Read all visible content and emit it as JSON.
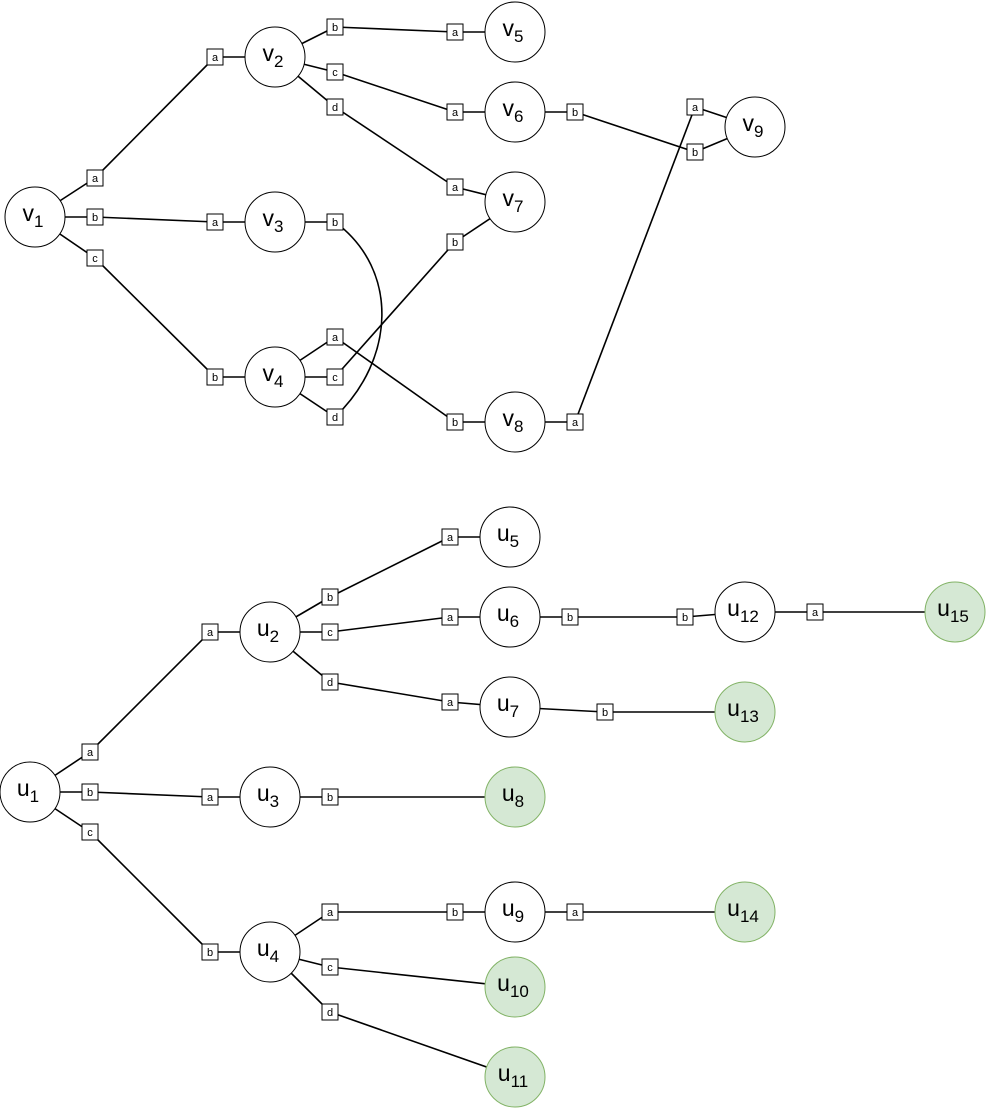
{
  "colors": {
    "leaf_fill": "#d5e8d4",
    "leaf_stroke": "#82b366",
    "node_fill": "#ffffff",
    "line": "#000000"
  },
  "graphs": [
    {
      "id": "v-graph",
      "nodes": [
        {
          "id": "v1",
          "base": "v",
          "sub": "1"
        },
        {
          "id": "v2",
          "base": "v",
          "sub": "2"
        },
        {
          "id": "v3",
          "base": "v",
          "sub": "3"
        },
        {
          "id": "v4",
          "base": "v",
          "sub": "4"
        },
        {
          "id": "v5",
          "base": "v",
          "sub": "5"
        },
        {
          "id": "v6",
          "base": "v",
          "sub": "6"
        },
        {
          "id": "v7",
          "base": "v",
          "sub": "7"
        },
        {
          "id": "v8",
          "base": "v",
          "sub": "8"
        },
        {
          "id": "v9",
          "base": "v",
          "sub": "9"
        }
      ],
      "edges": [
        {
          "from": "v1",
          "from_port": "a",
          "to": "v2",
          "to_port": "a"
        },
        {
          "from": "v1",
          "from_port": "b",
          "to": "v3",
          "to_port": "a"
        },
        {
          "from": "v1",
          "from_port": "c",
          "to": "v4",
          "to_port": "b"
        },
        {
          "from": "v2",
          "from_port": "b",
          "to": "v5",
          "to_port": "a"
        },
        {
          "from": "v2",
          "from_port": "c",
          "to": "v6",
          "to_port": "a"
        },
        {
          "from": "v2",
          "from_port": "d",
          "to": "v7",
          "to_port": "a"
        },
        {
          "from": "v3",
          "from_port": "b",
          "to": "v4",
          "to_port": "d"
        },
        {
          "from": "v4",
          "from_port": "a",
          "to": "v8",
          "to_port": "b"
        },
        {
          "from": "v4",
          "from_port": "c",
          "to": "v7",
          "to_port": "b"
        },
        {
          "from": "v6",
          "from_port": "b",
          "to": "v9",
          "to_port": "b"
        },
        {
          "from": "v8",
          "from_port": "a",
          "to": "v9",
          "to_port": "a"
        }
      ]
    },
    {
      "id": "u-graph",
      "nodes": [
        {
          "id": "u1",
          "base": "u",
          "sub": "1"
        },
        {
          "id": "u2",
          "base": "u",
          "sub": "2"
        },
        {
          "id": "u3",
          "base": "u",
          "sub": "3"
        },
        {
          "id": "u4",
          "base": "u",
          "sub": "4"
        },
        {
          "id": "u5",
          "base": "u",
          "sub": "5"
        },
        {
          "id": "u6",
          "base": "u",
          "sub": "6"
        },
        {
          "id": "u7",
          "base": "u",
          "sub": "7"
        },
        {
          "id": "u8",
          "base": "u",
          "sub": "8",
          "leaf": true
        },
        {
          "id": "u9",
          "base": "u",
          "sub": "9"
        },
        {
          "id": "u10",
          "base": "u",
          "sub": "10",
          "leaf": true
        },
        {
          "id": "u11",
          "base": "u",
          "sub": "11",
          "leaf": true
        },
        {
          "id": "u12",
          "base": "u",
          "sub": "12"
        },
        {
          "id": "u13",
          "base": "u",
          "sub": "13",
          "leaf": true
        },
        {
          "id": "u14",
          "base": "u",
          "sub": "14",
          "leaf": true
        },
        {
          "id": "u15",
          "base": "u",
          "sub": "15",
          "leaf": true
        }
      ],
      "edges": [
        {
          "from": "u1",
          "from_port": "a",
          "to": "u2",
          "to_port": "a"
        },
        {
          "from": "u1",
          "from_port": "b",
          "to": "u3",
          "to_port": "a"
        },
        {
          "from": "u1",
          "from_port": "c",
          "to": "u4",
          "to_port": "b"
        },
        {
          "from": "u2",
          "from_port": "b",
          "to": "u5",
          "to_port": "a"
        },
        {
          "from": "u2",
          "from_port": "c",
          "to": "u6",
          "to_port": "a"
        },
        {
          "from": "u2",
          "from_port": "d",
          "to": "u7",
          "to_port": "a"
        },
        {
          "from": "u3",
          "from_port": "b",
          "to": "u8"
        },
        {
          "from": "u4",
          "from_port": "a",
          "to": "u9",
          "to_port": "b"
        },
        {
          "from": "u4",
          "from_port": "c",
          "to": "u10"
        },
        {
          "from": "u4",
          "from_port": "d",
          "to": "u11"
        },
        {
          "from": "u6",
          "from_port": "b",
          "to": "u12",
          "to_port": "b"
        },
        {
          "from": "u7",
          "from_port": "b",
          "to": "u13"
        },
        {
          "from": "u9",
          "from_port": "a",
          "to": "u14"
        },
        {
          "from": "u12",
          "from_port": "a",
          "to": "u15"
        }
      ]
    }
  ]
}
